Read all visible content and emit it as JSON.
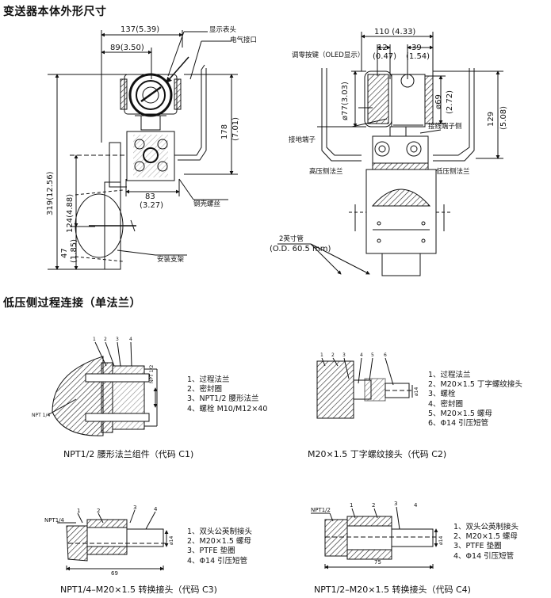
{
  "section1_title": "变送器本体外形尺寸",
  "section2_title": "低压侧过程连接（单法兰）",
  "left_view": {
    "labels": {
      "display_cover": "显示表头",
      "electrical_port": "电气接口",
      "steel_bolt": "钢壳螺丝",
      "mount_bracket": "安装支架"
    },
    "dims": {
      "w137": "137(5.39)",
      "w89": "89(3.50)",
      "h178": "178",
      "h178_in": "(7.01)",
      "w83": "83",
      "w83_in": "(3.27)",
      "h319": "319(12.56)",
      "h124": "124(4.88)",
      "h47": "47",
      "h47_in": "(1.85)"
    }
  },
  "right_view": {
    "labels": {
      "zero_key": "调零按键（OLED显示）",
      "ground_terminal": "接地端子",
      "terminal_side": "接线端子侧",
      "hp_flange": "高压侧法兰",
      "lp_flange": "低压侧法兰",
      "pipe_2in": "2英寸管",
      "pipe_od": "(O.D. 60.5 mm)"
    },
    "dims": {
      "w110": "110 (4.33)",
      "w12": "12",
      "w12_in": "(0.47)",
      "w39": "39",
      "w39_in": "(1.54)",
      "d77": "ø77(3.03)",
      "d69": "ø69",
      "d69_in": "(2.72)",
      "h129": "129",
      "h129_in": "(5.08)"
    }
  },
  "c1": {
    "items": [
      "1、过程法兰",
      "2、密封圈",
      "3、NPT1/2 腰形法兰",
      "4、螺栓 M10/M12×40"
    ],
    "caption": "NPT1/2 腰形法兰组件（代码 C1)",
    "callouts": [
      "1",
      "2",
      "3",
      "4"
    ],
    "npt_left": "NPT 1/4",
    "npt_right": "NPT 1/2"
  },
  "c2": {
    "items": [
      "1、过程法兰",
      "2、M20×1.5 丁字螺纹接头",
      "3、螺栓",
      "4、密封圈",
      "5、M20×1.5 螺母",
      "6、Φ14 引压短管"
    ],
    "caption": "M20×1.5 丁字螺纹接头（代码 C2)",
    "callouts": [
      "1",
      "2",
      "3",
      "4",
      "5",
      "6"
    ],
    "dia": "ø14"
  },
  "c3": {
    "items": [
      "1、双头公英制接头",
      "2、M20×1.5 螺母",
      "3、PTFE 垫圈",
      "4、Φ14 引压短管"
    ],
    "caption": "NPT1/4–M20×1.5 转换接头（代码 C3)",
    "callouts": [
      "1",
      "2",
      "3",
      "4"
    ],
    "npt": "NPT1/4",
    "dia": "ø14",
    "len": "69"
  },
  "c4": {
    "items": [
      "1、双头公英制接头",
      "2、M20×1.5 螺母",
      "3、PTFE 垫圈",
      "4、Φ14 引压短管"
    ],
    "caption": "NPT1/2–M20×1.5 转换接头（代码 C4)",
    "callouts": [
      "1",
      "2",
      "3",
      "4"
    ],
    "npt": "NPT1/2",
    "dia": "ø14",
    "len": "75"
  }
}
